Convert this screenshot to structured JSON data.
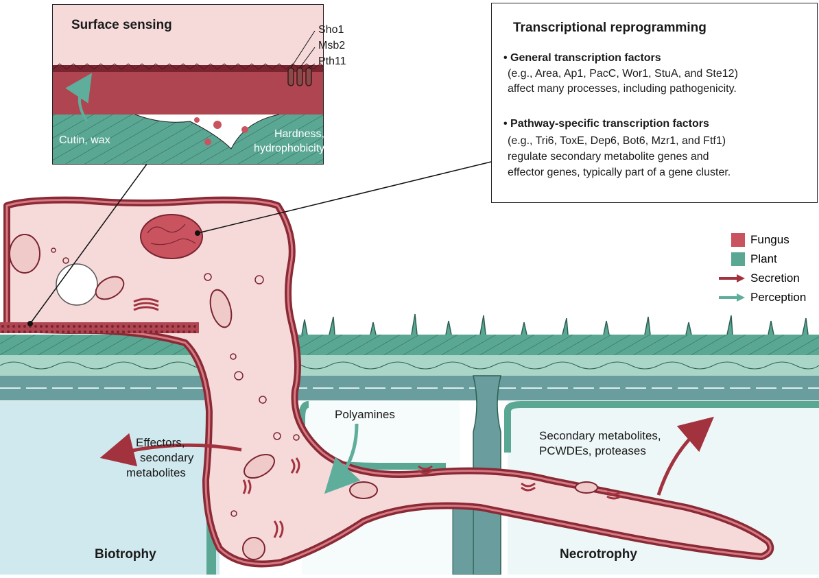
{
  "surface_sensing": {
    "title": "Surface sensing",
    "receptors": [
      "Sho1",
      "Msb2",
      "Pth11"
    ],
    "cutin_label": "Cutin, wax",
    "hardness_label_1": "Hardness,",
    "hardness_label_2": "hydrophobicity"
  },
  "transcription": {
    "title": "Transcriptional reprogramming",
    "general_heading": "• General transcription factors",
    "general_text_1": "(e.g., Area, Ap1, PacC, Wor1, StuA, and Ste12)",
    "general_text_2": "affect many processes, including pathogenicity.",
    "pathway_heading": "• Pathway-specific transcription factors",
    "pathway_text_1": "(e.g., Tri6, ToxE, Dep6, Bot6, Mzr1, and Ftf1)",
    "pathway_text_2": "regulate secondary metabolite genes and",
    "pathway_text_3": "effector genes, typically part of a gene cluster."
  },
  "legend": {
    "fungus": "Fungus",
    "plant": "Plant",
    "secretion": "Secretion",
    "perception": "Perception",
    "fungus_color": "#c9545f",
    "plant_color": "#5aa894",
    "secretion_color": "#a3323f",
    "perception_color": "#5fae9c"
  },
  "labels": {
    "effectors_1": "Effectors,",
    "effectors_2": "secondary",
    "effectors_3": "metabolites",
    "polyamines": "Polyamines",
    "secmet_1": "Secondary metabolites,",
    "secmet_2": "PCWDEs, proteases",
    "biotrophy": "Biotrophy",
    "necrotrophy": "Necrotrophy"
  }
}
